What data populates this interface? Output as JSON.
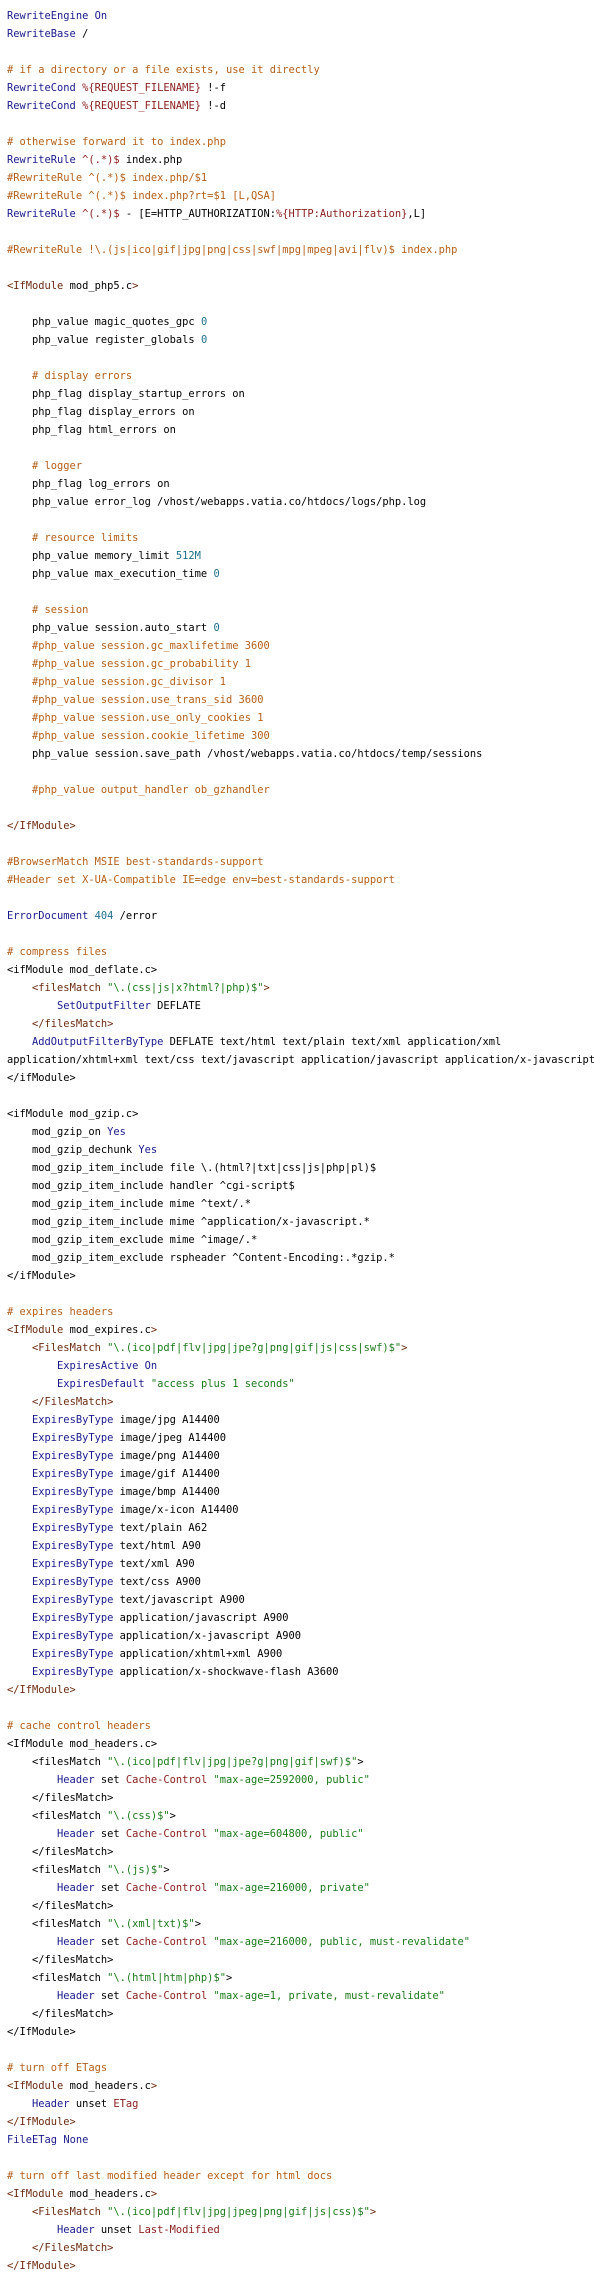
{
  "lines": [
    [
      {
        "t": "RewriteEngine",
        "c": "kw"
      },
      {
        "t": " "
      },
      {
        "t": "On",
        "c": "kw"
      }
    ],
    [
      {
        "t": "RewriteBase",
        "c": "kw"
      },
      {
        "t": " /"
      }
    ],
    [],
    [
      {
        "t": "# if a directory or a file exists, use it directly",
        "c": "cm"
      }
    ],
    [
      {
        "t": "RewriteCond",
        "c": "kw"
      },
      {
        "t": " "
      },
      {
        "t": "%{REQUEST_FILENAME}",
        "c": "va"
      },
      {
        "t": " !-f"
      }
    ],
    [
      {
        "t": "RewriteCond",
        "c": "kw"
      },
      {
        "t": " "
      },
      {
        "t": "%{REQUEST_FILENAME}",
        "c": "va"
      },
      {
        "t": " !-d"
      }
    ],
    [],
    [
      {
        "t": "# otherwise forward it to index.php",
        "c": "cm"
      }
    ],
    [
      {
        "t": "RewriteRule",
        "c": "kw"
      },
      {
        "t": " "
      },
      {
        "t": "^(.*)$",
        "c": "va"
      },
      {
        "t": " index.php"
      }
    ],
    [
      {
        "t": "#RewriteRule ^(.*)$ index.php/$1",
        "c": "cm"
      }
    ],
    [
      {
        "t": "#RewriteRule ^(.*)$ index.php?rt=$1 [L,QSA]",
        "c": "cm"
      }
    ],
    [
      {
        "t": "RewriteRule",
        "c": "kw"
      },
      {
        "t": " "
      },
      {
        "t": "^(.*)$",
        "c": "va"
      },
      {
        "t": " - [E=HTTP_AUTHORIZATION:"
      },
      {
        "t": "%{HTTP:Authorization}",
        "c": "va"
      },
      {
        "t": ",L]"
      }
    ],
    [],
    [
      {
        "t": "#RewriteRule !\\.(js|ico|gif|jpg|png|css|swf|mpg|mpeg|avi|flv)$ index.php",
        "c": "cm"
      }
    ],
    [],
    [
      {
        "t": "<IfModule",
        "c": "tg"
      },
      {
        "t": " mod_php5.c"
      },
      {
        "t": ">",
        "c": "tg"
      }
    ],
    [],
    [
      {
        "t": "    php_value magic_quotes_gpc "
      },
      {
        "t": "0",
        "c": "nm"
      }
    ],
    [
      {
        "t": "    php_value register_globals "
      },
      {
        "t": "0",
        "c": "nm"
      }
    ],
    [],
    [
      {
        "t": "    # display errors",
        "c": "cm"
      }
    ],
    [
      {
        "t": "    php_flag display_startup_errors on"
      }
    ],
    [
      {
        "t": "    php_flag display_errors on"
      }
    ],
    [
      {
        "t": "    php_flag html_errors on"
      }
    ],
    [],
    [
      {
        "t": "    # logger",
        "c": "cm"
      }
    ],
    [
      {
        "t": "    php_flag log_errors on"
      }
    ],
    [
      {
        "t": "    php_value error_log /vhost/webapps.vatia.co/htdocs/logs/php.log"
      }
    ],
    [],
    [
      {
        "t": "    # resource limits",
        "c": "cm"
      }
    ],
    [
      {
        "t": "    php_value memory_limit "
      },
      {
        "t": "512M",
        "c": "nm"
      }
    ],
    [
      {
        "t": "    php_value max_execution_time "
      },
      {
        "t": "0",
        "c": "nm"
      }
    ],
    [],
    [
      {
        "t": "    # session",
        "c": "cm"
      }
    ],
    [
      {
        "t": "    php_value session.auto_start "
      },
      {
        "t": "0",
        "c": "nm"
      }
    ],
    [
      {
        "t": "    #php_value session.gc_maxlifetime 3600",
        "c": "cm"
      }
    ],
    [
      {
        "t": "    #php_value session.gc_probability 1",
        "c": "cm"
      }
    ],
    [
      {
        "t": "    #php_value session.gc_divisor 1",
        "c": "cm"
      }
    ],
    [
      {
        "t": "    #php_value session.use_trans_sid 3600",
        "c": "cm"
      }
    ],
    [
      {
        "t": "    #php_value session.use_only_cookies 1",
        "c": "cm"
      }
    ],
    [
      {
        "t": "    #php_value session.cookie_lifetime 300",
        "c": "cm"
      }
    ],
    [
      {
        "t": "    php_value session.save_path /vhost/webapps.vatia.co/htdocs/temp/sessions"
      }
    ],
    [],
    [
      {
        "t": "    #php_value output_handler ob_gzhandler",
        "c": "cm"
      }
    ],
    [],
    [
      {
        "t": "</IfModule>",
        "c": "tg"
      }
    ],
    [],
    [
      {
        "t": "#BrowserMatch MSIE best-standards-support",
        "c": "cm"
      }
    ],
    [
      {
        "t": "#Header set X-UA-Compatible IE=edge env=best-standards-support",
        "c": "cm"
      }
    ],
    [],
    [
      {
        "t": "ErrorDocument",
        "c": "kw"
      },
      {
        "t": " "
      },
      {
        "t": "404",
        "c": "nm"
      },
      {
        "t": " /error"
      }
    ],
    [],
    [
      {
        "t": "# compress files",
        "c": "cm"
      }
    ],
    [
      {
        "t": "<ifModule mod_deflate.c>"
      }
    ],
    [
      {
        "t": "    "
      },
      {
        "t": "<filesMatch",
        "c": "tg"
      },
      {
        "t": " "
      },
      {
        "t": "\"\\.(css|js|x?html?|php)$\"",
        "c": "st"
      },
      {
        "t": ">",
        "c": "tg"
      }
    ],
    [
      {
        "t": "        "
      },
      {
        "t": "SetOutputFilter",
        "c": "kw"
      },
      {
        "t": " DEFLATE"
      }
    ],
    [
      {
        "t": "    "
      },
      {
        "t": "</filesMatch>",
        "c": "tg"
      }
    ],
    [
      {
        "t": "    "
      },
      {
        "t": "AddOutputFilterByType",
        "c": "kw"
      },
      {
        "t": " DEFLATE text/html text/plain text/xml application/xml"
      }
    ],
    [
      {
        "t": "application/xhtml+xml text/css text/javascript application/javascript application/x-javascript"
      }
    ],
    [
      {
        "t": "</ifModule>"
      }
    ],
    [],
    [
      {
        "t": "<ifModule mod_gzip.c>"
      }
    ],
    [
      {
        "t": "    mod_gzip_on "
      },
      {
        "t": "Yes",
        "c": "kw"
      }
    ],
    [
      {
        "t": "    mod_gzip_dechunk "
      },
      {
        "t": "Yes",
        "c": "kw"
      }
    ],
    [
      {
        "t": "    mod_gzip_item_include file \\.(html?|txt|css|js|php|pl)$"
      }
    ],
    [
      {
        "t": "    mod_gzip_item_include handler ^cgi-script$"
      }
    ],
    [
      {
        "t": "    mod_gzip_item_include mime ^text/.*"
      }
    ],
    [
      {
        "t": "    mod_gzip_item_include mime ^application/x-javascript.*"
      }
    ],
    [
      {
        "t": "    mod_gzip_item_exclude mime ^image/.*"
      }
    ],
    [
      {
        "t": "    mod_gzip_item_exclude rspheader ^Content-Encoding:.*gzip.*"
      }
    ],
    [
      {
        "t": "</ifModule>"
      }
    ],
    [],
    [
      {
        "t": "# expires headers",
        "c": "cm"
      }
    ],
    [
      {
        "t": "<IfModule",
        "c": "tg"
      },
      {
        "t": " mod_expires.c"
      },
      {
        "t": ">",
        "c": "tg"
      }
    ],
    [
      {
        "t": "    "
      },
      {
        "t": "<FilesMatch",
        "c": "tg"
      },
      {
        "t": " "
      },
      {
        "t": "\"\\.(ico|pdf|flv|jpg|jpe?g|png|gif|js|css|swf)$\"",
        "c": "st"
      },
      {
        "t": ">",
        "c": "tg"
      }
    ],
    [
      {
        "t": "        "
      },
      {
        "t": "ExpiresActive",
        "c": "kw"
      },
      {
        "t": " "
      },
      {
        "t": "On",
        "c": "kw"
      }
    ],
    [
      {
        "t": "        "
      },
      {
        "t": "ExpiresDefault",
        "c": "kw"
      },
      {
        "t": " "
      },
      {
        "t": "\"access plus 1 seconds\"",
        "c": "st"
      }
    ],
    [
      {
        "t": "    "
      },
      {
        "t": "</FilesMatch>",
        "c": "tg"
      }
    ],
    [
      {
        "t": "    "
      },
      {
        "t": "ExpiresByType",
        "c": "kw"
      },
      {
        "t": " image/jpg A14400"
      }
    ],
    [
      {
        "t": "    "
      },
      {
        "t": "ExpiresByType",
        "c": "kw"
      },
      {
        "t": " image/jpeg A14400"
      }
    ],
    [
      {
        "t": "    "
      },
      {
        "t": "ExpiresByType",
        "c": "kw"
      },
      {
        "t": " image/png A14400"
      }
    ],
    [
      {
        "t": "    "
      },
      {
        "t": "ExpiresByType",
        "c": "kw"
      },
      {
        "t": " image/gif A14400"
      }
    ],
    [
      {
        "t": "    "
      },
      {
        "t": "ExpiresByType",
        "c": "kw"
      },
      {
        "t": " image/bmp A14400"
      }
    ],
    [
      {
        "t": "    "
      },
      {
        "t": "ExpiresByType",
        "c": "kw"
      },
      {
        "t": " image/x-icon A14400"
      }
    ],
    [
      {
        "t": "    "
      },
      {
        "t": "ExpiresByType",
        "c": "kw"
      },
      {
        "t": " text/plain A62"
      }
    ],
    [
      {
        "t": "    "
      },
      {
        "t": "ExpiresByType",
        "c": "kw"
      },
      {
        "t": " text/html A90"
      }
    ],
    [
      {
        "t": "    "
      },
      {
        "t": "ExpiresByType",
        "c": "kw"
      },
      {
        "t": " text/xml A90"
      }
    ],
    [
      {
        "t": "    "
      },
      {
        "t": "ExpiresByType",
        "c": "kw"
      },
      {
        "t": " text/css A900"
      }
    ],
    [
      {
        "t": "    "
      },
      {
        "t": "ExpiresByType",
        "c": "kw"
      },
      {
        "t": " text/javascript A900"
      }
    ],
    [
      {
        "t": "    "
      },
      {
        "t": "ExpiresByType",
        "c": "kw"
      },
      {
        "t": " application/javascript A900"
      }
    ],
    [
      {
        "t": "    "
      },
      {
        "t": "ExpiresByType",
        "c": "kw"
      },
      {
        "t": " application/x-javascript A900"
      }
    ],
    [
      {
        "t": "    "
      },
      {
        "t": "ExpiresByType",
        "c": "kw"
      },
      {
        "t": " application/xhtml+xml A900"
      }
    ],
    [
      {
        "t": "    "
      },
      {
        "t": "ExpiresByType",
        "c": "kw"
      },
      {
        "t": " application/x-shockwave-flash A3600"
      }
    ],
    [
      {
        "t": "</IfModule>",
        "c": "tg"
      }
    ],
    [],
    [
      {
        "t": "# cache control headers",
        "c": "cm"
      }
    ],
    [
      {
        "t": "<IfModule mod_headers.c>"
      }
    ],
    [
      {
        "t": "    <filesMatch "
      },
      {
        "t": "\"\\.(ico|pdf|flv|jpg|jpe?g|png|gif|swf)$\"",
        "c": "st"
      },
      {
        "t": ">"
      }
    ],
    [
      {
        "t": "        "
      },
      {
        "t": "Header",
        "c": "kw"
      },
      {
        "t": " set "
      },
      {
        "t": "Cache-Control",
        "c": "va"
      },
      {
        "t": " "
      },
      {
        "t": "\"max-age=2592000, public\"",
        "c": "st"
      }
    ],
    [
      {
        "t": "    </filesMatch>"
      }
    ],
    [
      {
        "t": "    <filesMatch "
      },
      {
        "t": "\"\\.(css)$\"",
        "c": "st"
      },
      {
        "t": ">"
      }
    ],
    [
      {
        "t": "        "
      },
      {
        "t": "Header",
        "c": "kw"
      },
      {
        "t": " set "
      },
      {
        "t": "Cache-Control",
        "c": "va"
      },
      {
        "t": " "
      },
      {
        "t": "\"max-age=604800, public\"",
        "c": "st"
      }
    ],
    [
      {
        "t": "    </filesMatch>"
      }
    ],
    [
      {
        "t": "    <filesMatch "
      },
      {
        "t": "\"\\.(js)$\"",
        "c": "st"
      },
      {
        "t": ">"
      }
    ],
    [
      {
        "t": "        "
      },
      {
        "t": "Header",
        "c": "kw"
      },
      {
        "t": " set "
      },
      {
        "t": "Cache-Control",
        "c": "va"
      },
      {
        "t": " "
      },
      {
        "t": "\"max-age=216000, private\"",
        "c": "st"
      }
    ],
    [
      {
        "t": "    </filesMatch>"
      }
    ],
    [
      {
        "t": "    <filesMatch "
      },
      {
        "t": "\"\\.(xml|txt)$\"",
        "c": "st"
      },
      {
        "t": ">"
      }
    ],
    [
      {
        "t": "        "
      },
      {
        "t": "Header",
        "c": "kw"
      },
      {
        "t": " set "
      },
      {
        "t": "Cache-Control",
        "c": "va"
      },
      {
        "t": " "
      },
      {
        "t": "\"max-age=216000, public, must-revalidate\"",
        "c": "st"
      }
    ],
    [
      {
        "t": "    </filesMatch>"
      }
    ],
    [
      {
        "t": "    <filesMatch "
      },
      {
        "t": "\"\\.(html|htm|php)$\"",
        "c": "st"
      },
      {
        "t": ">"
      }
    ],
    [
      {
        "t": "        "
      },
      {
        "t": "Header",
        "c": "kw"
      },
      {
        "t": " set "
      },
      {
        "t": "Cache-Control",
        "c": "va"
      },
      {
        "t": " "
      },
      {
        "t": "\"max-age=1, private, must-revalidate\"",
        "c": "st"
      }
    ],
    [
      {
        "t": "    </filesMatch>"
      }
    ],
    [
      {
        "t": "</IfModule>"
      }
    ],
    [],
    [
      {
        "t": "# turn off ETags",
        "c": "cm"
      }
    ],
    [
      {
        "t": "<IfModule",
        "c": "tg"
      },
      {
        "t": " mod_headers.c"
      },
      {
        "t": ">",
        "c": "tg"
      }
    ],
    [
      {
        "t": "    "
      },
      {
        "t": "Header",
        "c": "kw"
      },
      {
        "t": " unset "
      },
      {
        "t": "ETag",
        "c": "va"
      }
    ],
    [
      {
        "t": "</IfModule>",
        "c": "tg"
      }
    ],
    [
      {
        "t": "FileETag",
        "c": "kw"
      },
      {
        "t": " "
      },
      {
        "t": "None",
        "c": "kw"
      }
    ],
    [],
    [
      {
        "t": "# turn off last modified header except for html docs",
        "c": "cm"
      }
    ],
    [
      {
        "t": "<IfModule",
        "c": "tg"
      },
      {
        "t": " mod_headers.c"
      },
      {
        "t": ">",
        "c": "tg"
      }
    ],
    [
      {
        "t": "    "
      },
      {
        "t": "<FilesMatch",
        "c": "tg"
      },
      {
        "t": " "
      },
      {
        "t": "\"\\.(ico|pdf|flv|jpg|jpeg|png|gif|js|css)$\"",
        "c": "st"
      },
      {
        "t": ">",
        "c": "tg"
      }
    ],
    [
      {
        "t": "        "
      },
      {
        "t": "Header",
        "c": "kw"
      },
      {
        "t": " unset "
      },
      {
        "t": "Last-Modified",
        "c": "va"
      }
    ],
    [
      {
        "t": "    "
      },
      {
        "t": "</FilesMatch>",
        "c": "tg"
      }
    ],
    [
      {
        "t": "</IfModule>",
        "c": "tg"
      }
    ]
  ]
}
